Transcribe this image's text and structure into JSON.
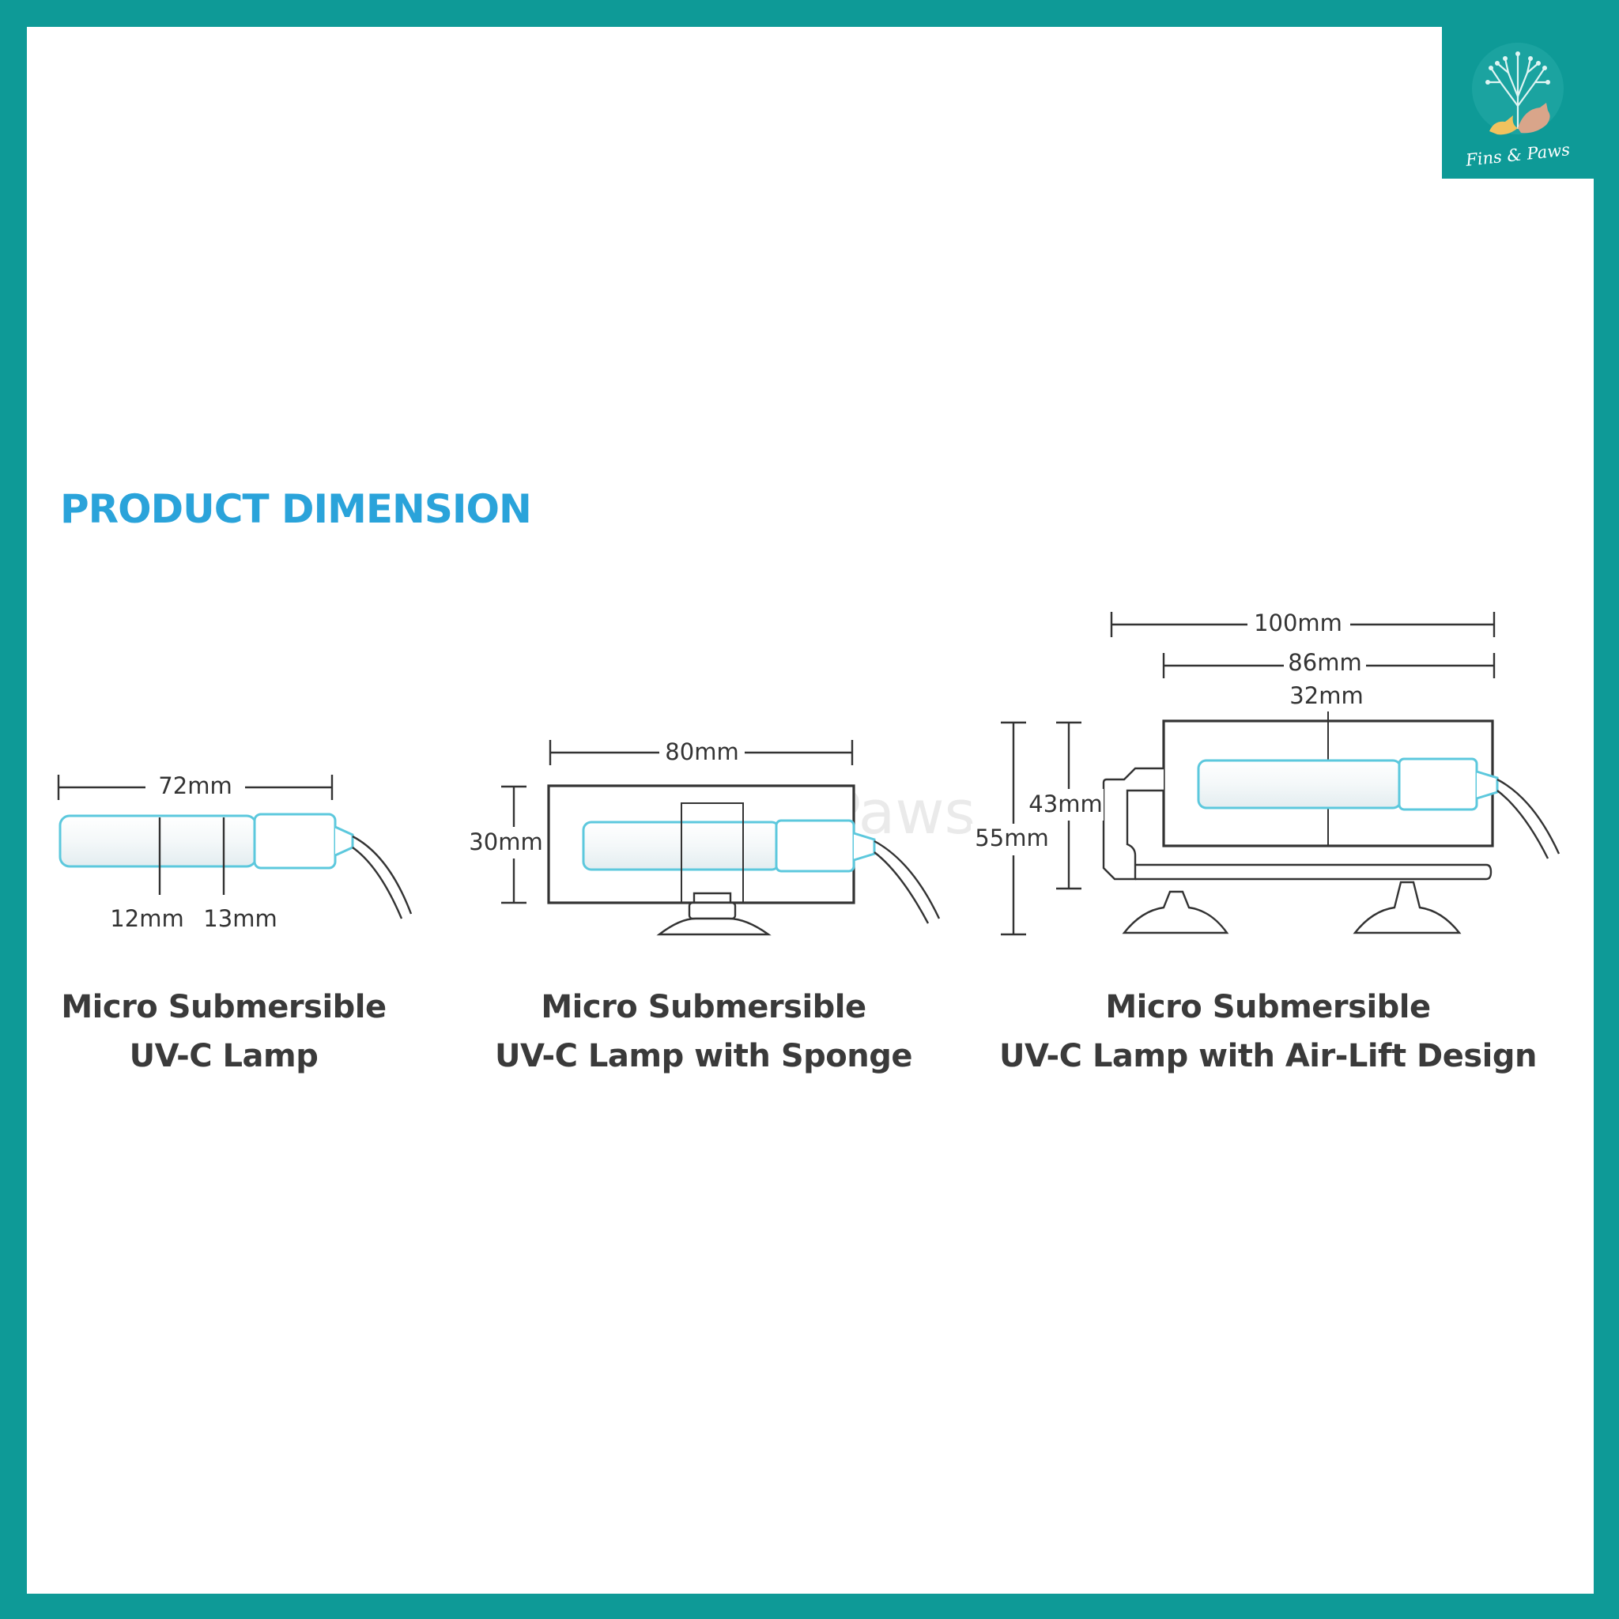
{
  "logo": {
    "brand": "Fins & Paws"
  },
  "heading": "PRODUCT DIMENSION",
  "watermark": "Fins and Paws",
  "products": [
    {
      "caption_line1": "Micro Submersible",
      "caption_line2": "UV-C Lamp",
      "dims": {
        "length": "72mm",
        "seg_a": "12mm",
        "seg_b": "13mm"
      }
    },
    {
      "caption_line1": "Micro Submersible",
      "caption_line2": "UV-C Lamp with Sponge",
      "dims": {
        "width": "80mm",
        "height": "30mm"
      }
    },
    {
      "caption_line1": "Micro Submersible",
      "caption_line2": "UV-C Lamp with Air-Lift Design",
      "dims": {
        "total_width": "100mm",
        "box_width": "86mm",
        "center": "32mm",
        "inner_height": "43mm",
        "total_height": "55mm"
      }
    }
  ],
  "colors": {
    "frame": "#0e9a97",
    "heading": "#2aa3da",
    "lamp_outline": "#5cc8dd",
    "line": "#333333"
  }
}
